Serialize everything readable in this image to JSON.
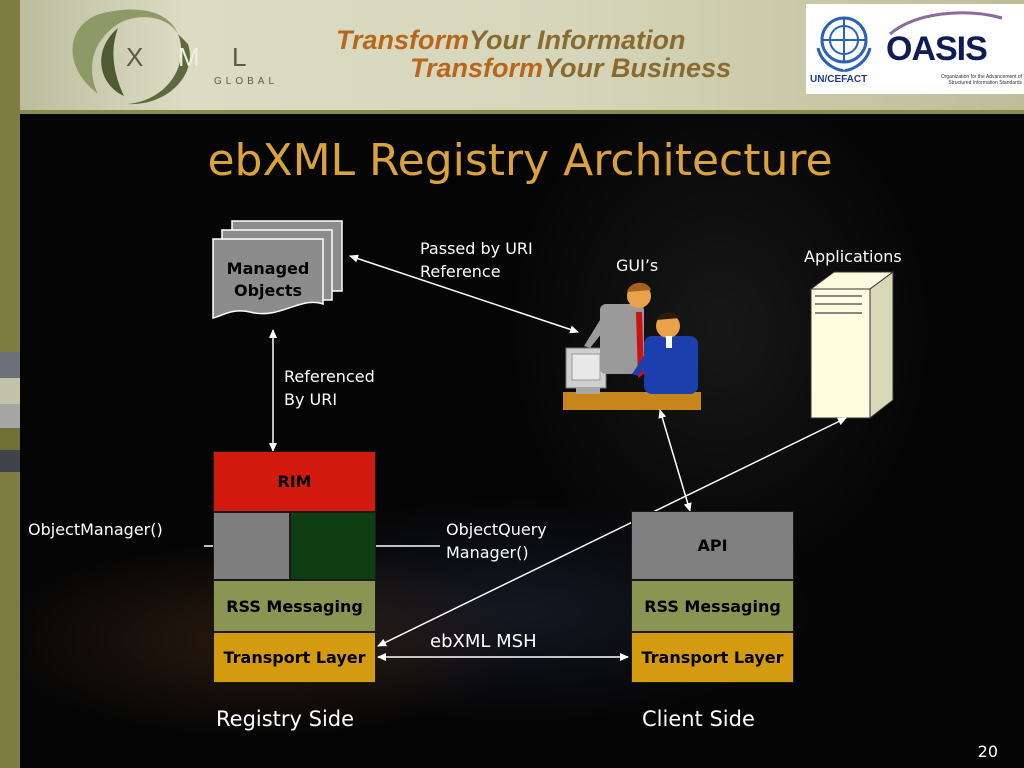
{
  "header": {
    "logo_letters": [
      "X",
      "M",
      "L"
    ],
    "logo_sub": "GLOBAL",
    "tagline": [
      {
        "highlight": "Transform",
        "rest": "Your Information"
      },
      {
        "highlight": "Transform",
        "rest": "Your Business"
      }
    ],
    "un_label": "UN/CEFACT",
    "oasis_label": "OASIS",
    "oasis_sub": "Organization for the Advancement of Structured Information Standards"
  },
  "title": "ebXML Registry Architecture",
  "diagram": {
    "managed_objects": "Managed Objects",
    "passed_by_uri": [
      "Passed by URI",
      "Reference"
    ],
    "guis": "GUI’s",
    "applications": "Applications",
    "referenced_by_uri": [
      "Referenced",
      "By URI"
    ],
    "object_manager": "ObjectManager()",
    "object_query_manager": [
      "ObjectQuery",
      "Manager()"
    ],
    "ebxml_msh": "ebXML MSH",
    "registry": {
      "rim": "RIM",
      "rss_messaging": "RSS Messaging",
      "transport_layer": "Transport Layer",
      "caption": "Registry Side"
    },
    "client": {
      "api": "API",
      "rss_messaging": "RSS Messaging",
      "transport_layer": "Transport Layer",
      "caption": "Client Side"
    }
  },
  "page_number": "20",
  "colors": {
    "title": "#d9a23c",
    "rim": "#d21a0f",
    "object_manager_box": "#7f7f7f",
    "object_query_box": "#0e3d11",
    "rss": "#8b9553",
    "transport": "#d49a10",
    "api": "#808080"
  },
  "icons": [
    "document-stack-icon",
    "people-at-computer-icon",
    "server-tower-icon"
  ]
}
